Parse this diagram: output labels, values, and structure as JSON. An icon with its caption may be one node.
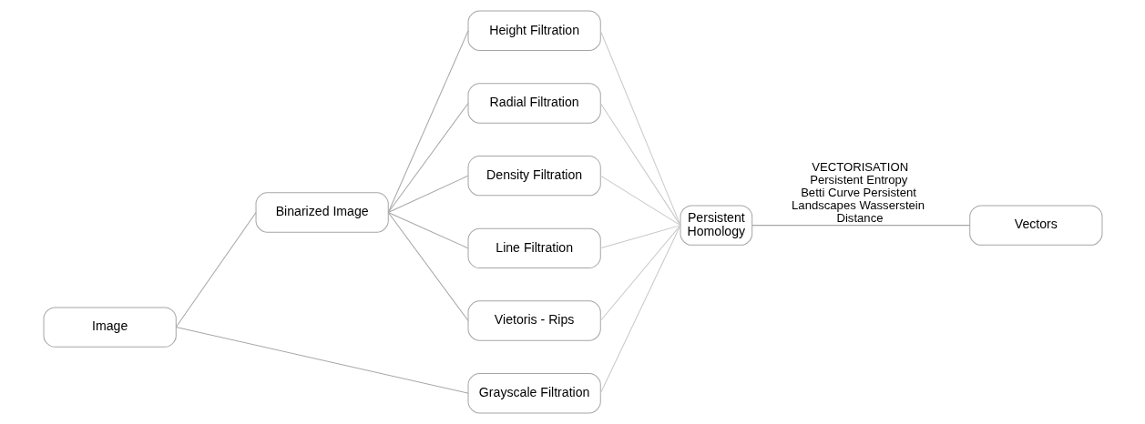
{
  "diagram": {
    "nodes": [
      {
        "text": [
          "Image"
        ]
      },
      {
        "text": [
          "Binarized Image"
        ]
      },
      {
        "text": [
          "Height Filtration"
        ]
      },
      {
        "text": [
          "Radial Filtration"
        ]
      },
      {
        "text": [
          "Density Filtration"
        ]
      },
      {
        "text": [
          "Line Filtration"
        ]
      },
      {
        "text": [
          "Vietoris - Rips"
        ]
      },
      {
        "text": [
          "Grayscale Filtration"
        ]
      },
      {
        "text": [
          "Persistent Homology"
        ]
      },
      {
        "text": [
          "Vectors"
        ]
      }
    ],
    "edges": [
      {
        "from": 0,
        "to": 1,
        "arrow": "none"
      },
      {
        "from": 0,
        "to": 7,
        "arrow": "none"
      },
      {
        "from": 1,
        "to": 2,
        "arrow": "none"
      },
      {
        "from": 1,
        "to": 3,
        "arrow": "none"
      },
      {
        "from": 1,
        "to": 4,
        "arrow": "none"
      },
      {
        "from": 1,
        "to": 5,
        "arrow": "none"
      },
      {
        "from": 1,
        "to": 6,
        "arrow": "none"
      },
      {
        "from": 2,
        "to": 8,
        "arrow": "none",
        "color": "#c8c8c8"
      },
      {
        "from": 3,
        "to": 8,
        "arrow": "none",
        "color": "#c8c8c8"
      },
      {
        "from": 4,
        "to": 8,
        "arrow": "none",
        "color": "#c8c8c8"
      },
      {
        "from": 5,
        "to": 8,
        "arrow": "none",
        "color": "#c8c8c8"
      },
      {
        "from": 6,
        "to": 8,
        "arrow": "none",
        "color": "#c8c8c8"
      },
      {
        "from": 7,
        "to": 8,
        "arrow": "none",
        "color": "#c8c8c8"
      },
      {
        "from": 8,
        "to": 9,
        "arrow": "none",
        "label": "VECTORISATION Persistent Entropy Betti Curve Persistent Landscapes Wasserstein Distance"
      }
    ]
  }
}
